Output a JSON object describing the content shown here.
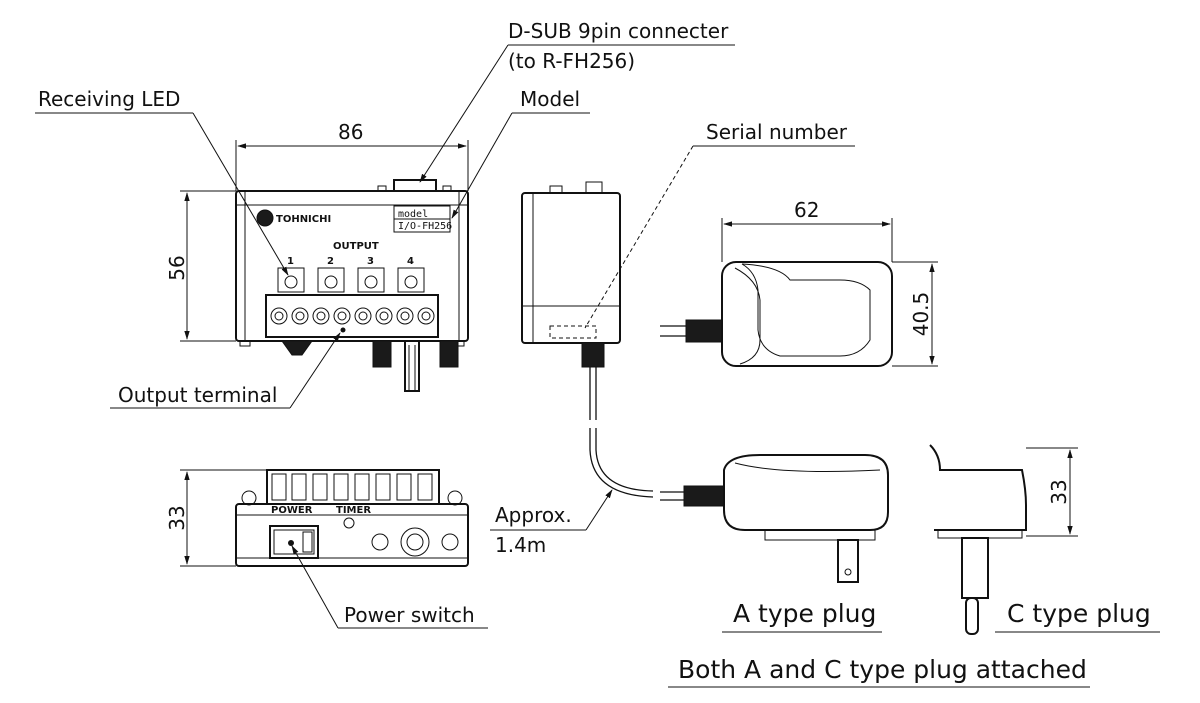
{
  "labels": {
    "dsub_line1": "D-SUB 9pin connecter",
    "dsub_line2": "(to R-FH256)",
    "receiving_led": "Receiving LED",
    "model": "Model",
    "serial_number": "Serial number",
    "output_terminal": "Output terminal",
    "power_switch": "Power switch",
    "approx_line1": "Approx.",
    "approx_line2": "1.4m",
    "a_type_plug": "A type plug",
    "c_type_plug": "C type plug",
    "both_plugs": "Both A and C type plug attached"
  },
  "dimensions": {
    "unit_width": "86",
    "unit_height": "56",
    "unit_depth": "33",
    "adapter_width": "62",
    "adapter_height": "40.5",
    "plug_depth": "33"
  },
  "device_markings": {
    "brand": "TOHNICHI",
    "model_tag_top": "model",
    "model_tag_bottom": "I/O-FH256",
    "output": "OUTPUT",
    "terminals": [
      "1",
      "2",
      "3",
      "4"
    ],
    "power": "POWER",
    "timer": "TIMER"
  }
}
